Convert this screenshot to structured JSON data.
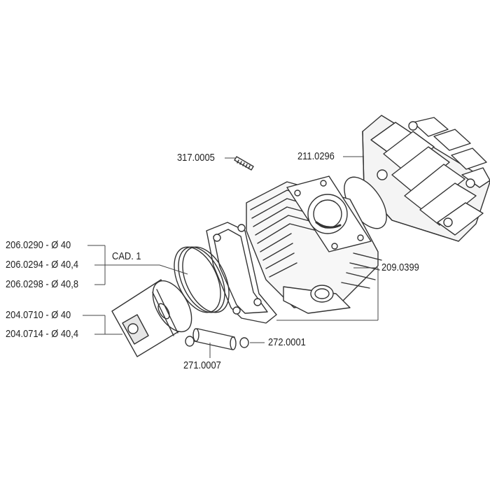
{
  "diagram": {
    "labels": {
      "stud": "317.0005",
      "cylinder_head": "211.0296",
      "ring_1": "206.0290 - Ø 40",
      "ring_2": "206.0294 - Ø 40,4",
      "ring_3": "206.0298 - Ø 40,8",
      "ring_qty": "CAD. 1",
      "piston_1": "204.0710 - Ø 40",
      "piston_2": "204.0714 - Ø 40,4",
      "kit": "209.0399",
      "circlip": "272.0001",
      "piston_pin": "271.0007"
    },
    "colors": {
      "line": "#333333",
      "fill": "#ffffff",
      "shade": "#d9d9d9"
    }
  }
}
